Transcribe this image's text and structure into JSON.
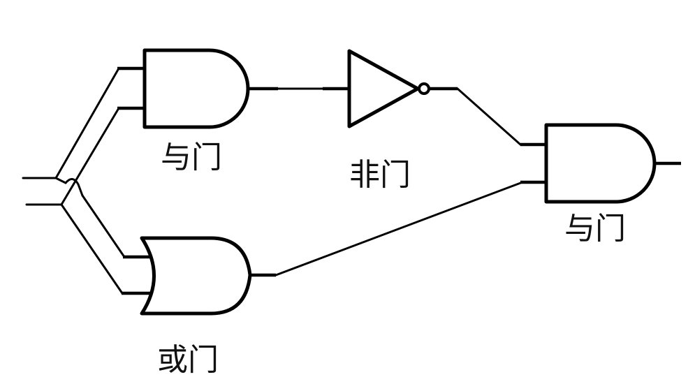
{
  "gates": {
    "and_top": {
      "label": "与门"
    },
    "not": {
      "label": "非门"
    },
    "or": {
      "label": "或门"
    },
    "and_out": {
      "label": "与门"
    }
  }
}
